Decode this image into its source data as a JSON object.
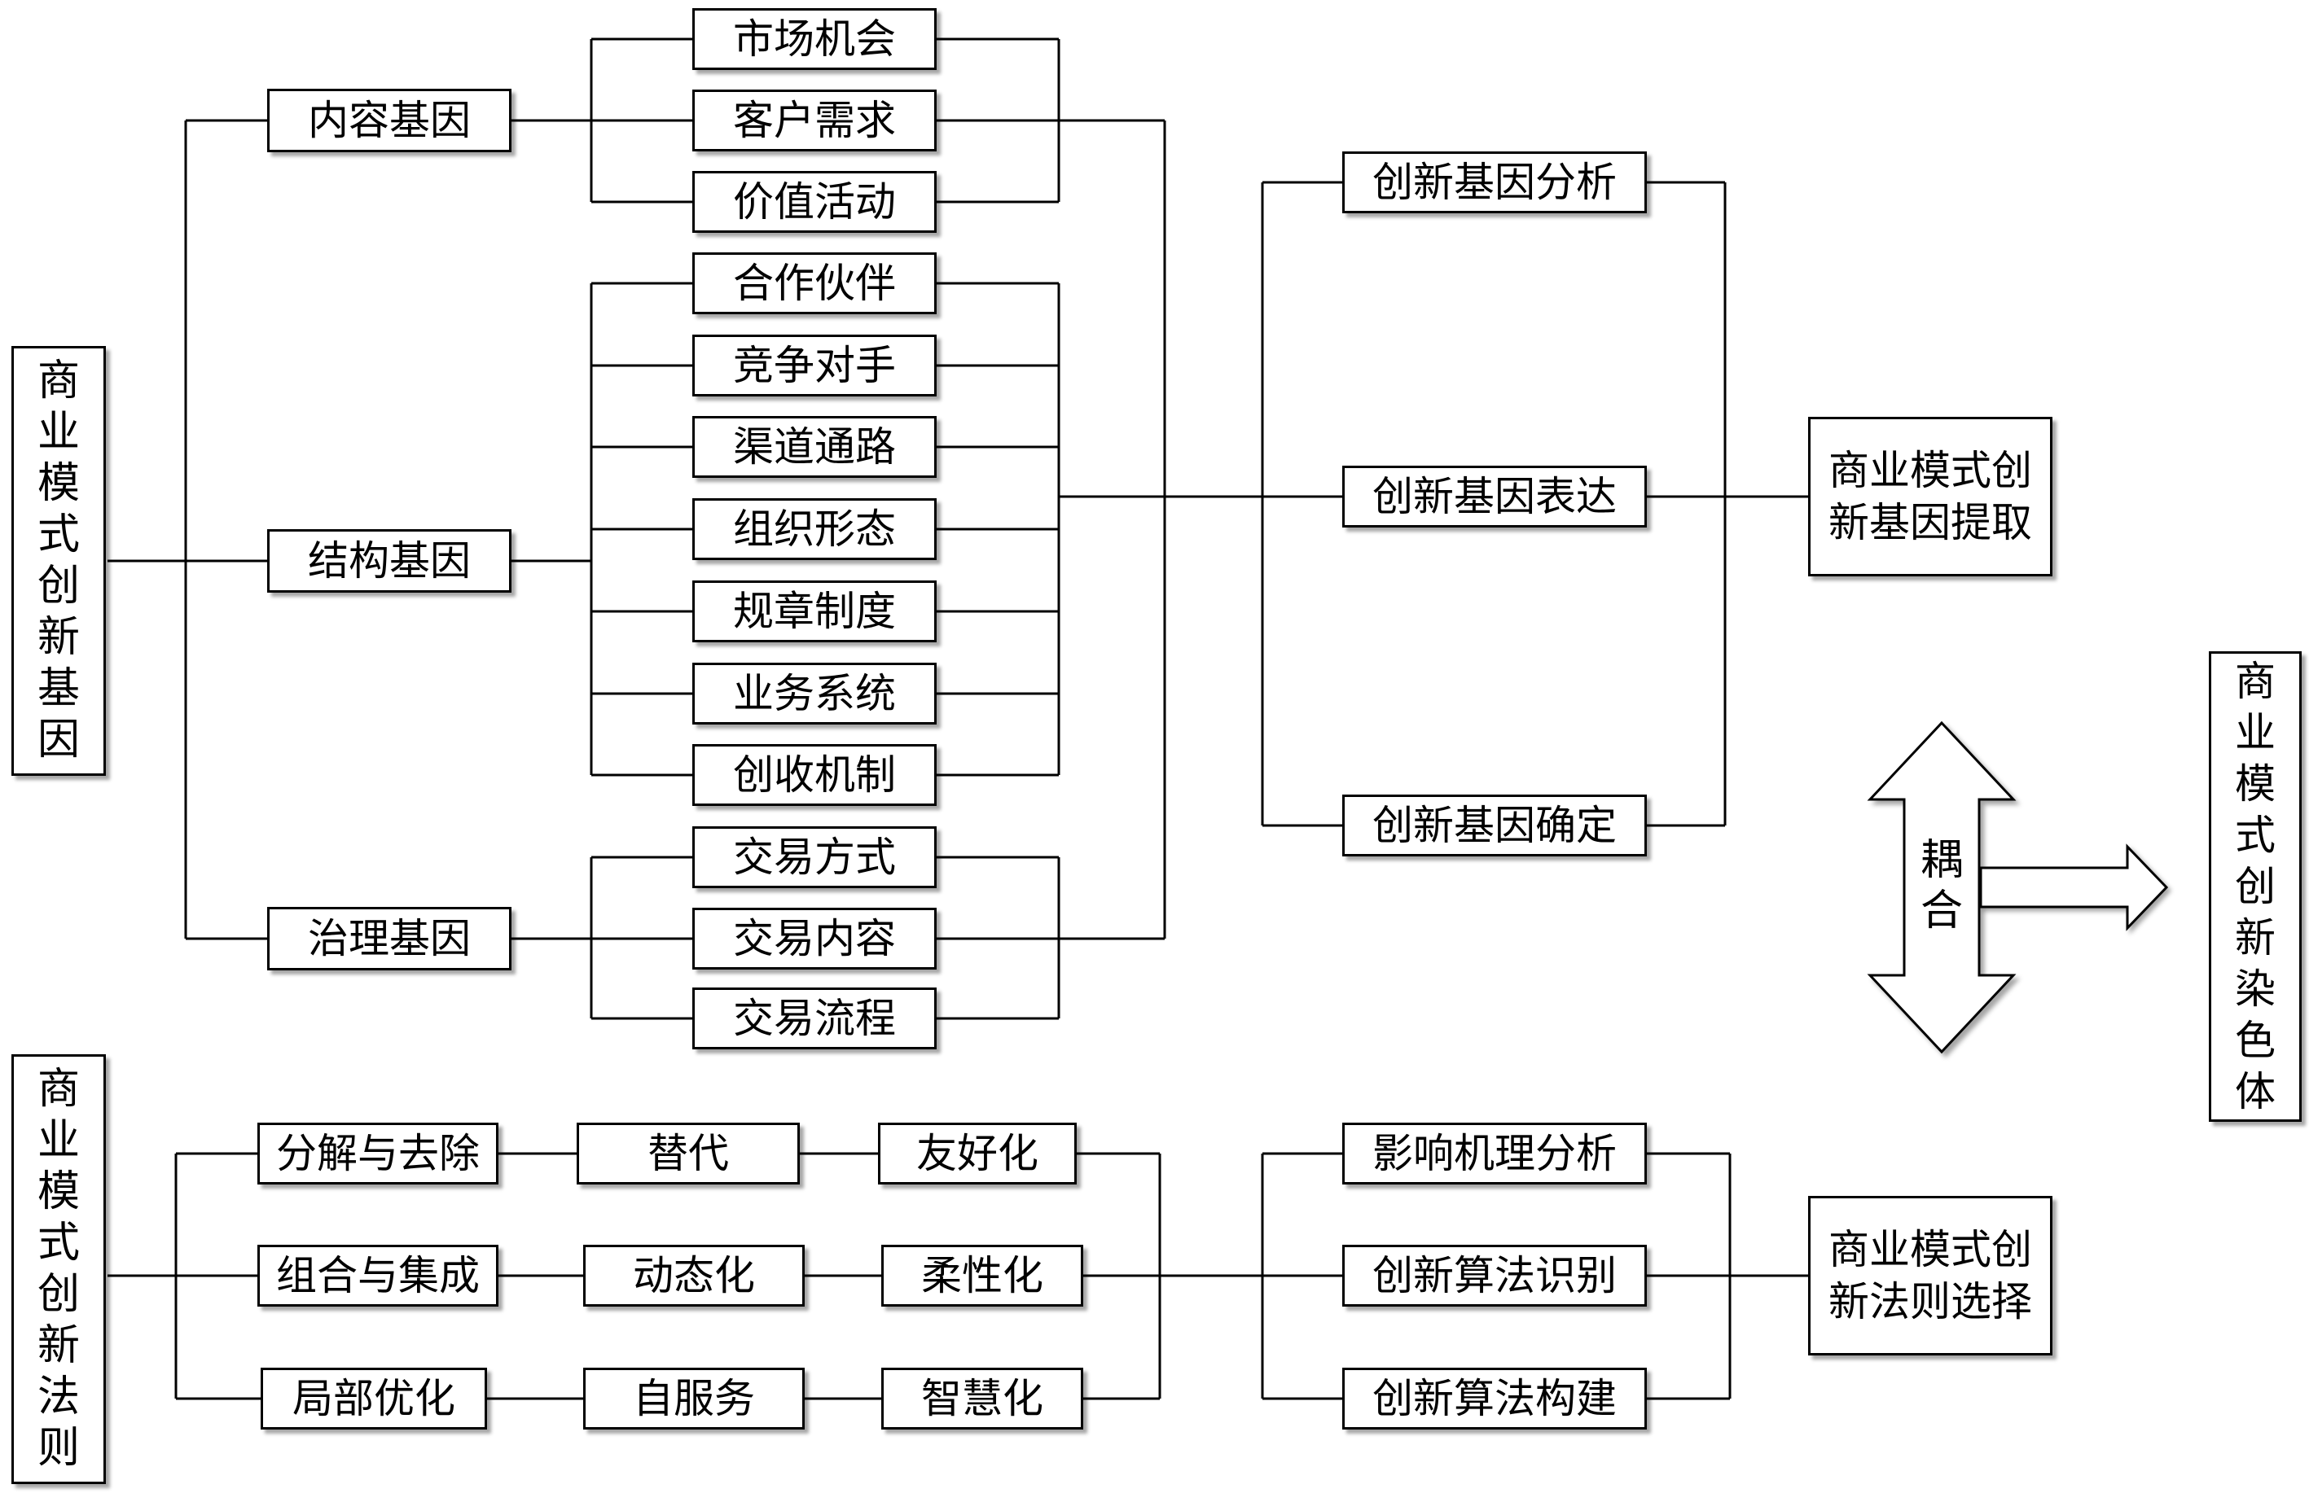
{
  "gene_root": "商业模式创新基因",
  "gene_categories": [
    "内容基因",
    "结构基因",
    "治理基因"
  ],
  "content_genes": [
    "市场机会",
    "客户需求",
    "价值活动"
  ],
  "structure_genes": [
    "合作伙伴",
    "竞争对手",
    "渠道通路",
    "组织形态",
    "规章制度",
    "业务系统",
    "创收机制"
  ],
  "governance_genes": [
    "交易方式",
    "交易内容",
    "交易流程"
  ],
  "gene_steps": [
    "创新基因分析",
    "创新基因表达",
    "创新基因确定"
  ],
  "gene_extraction": [
    "商业模式创",
    "新基因提取"
  ],
  "coupling": "耦合",
  "chromosome": "商业模式创新染色体",
  "rule_root": "商业模式创新法则",
  "rule_rows": [
    [
      "分解与去除",
      "替代",
      "友好化"
    ],
    [
      "组合与集成",
      "动态化",
      "柔性化"
    ],
    [
      "局部优化",
      "自服务",
      "智慧化"
    ]
  ],
  "rule_steps": [
    "影响机理分析",
    "创新算法识别",
    "创新算法构建"
  ],
  "rule_selection": [
    "商业模式创",
    "新法则选择"
  ]
}
